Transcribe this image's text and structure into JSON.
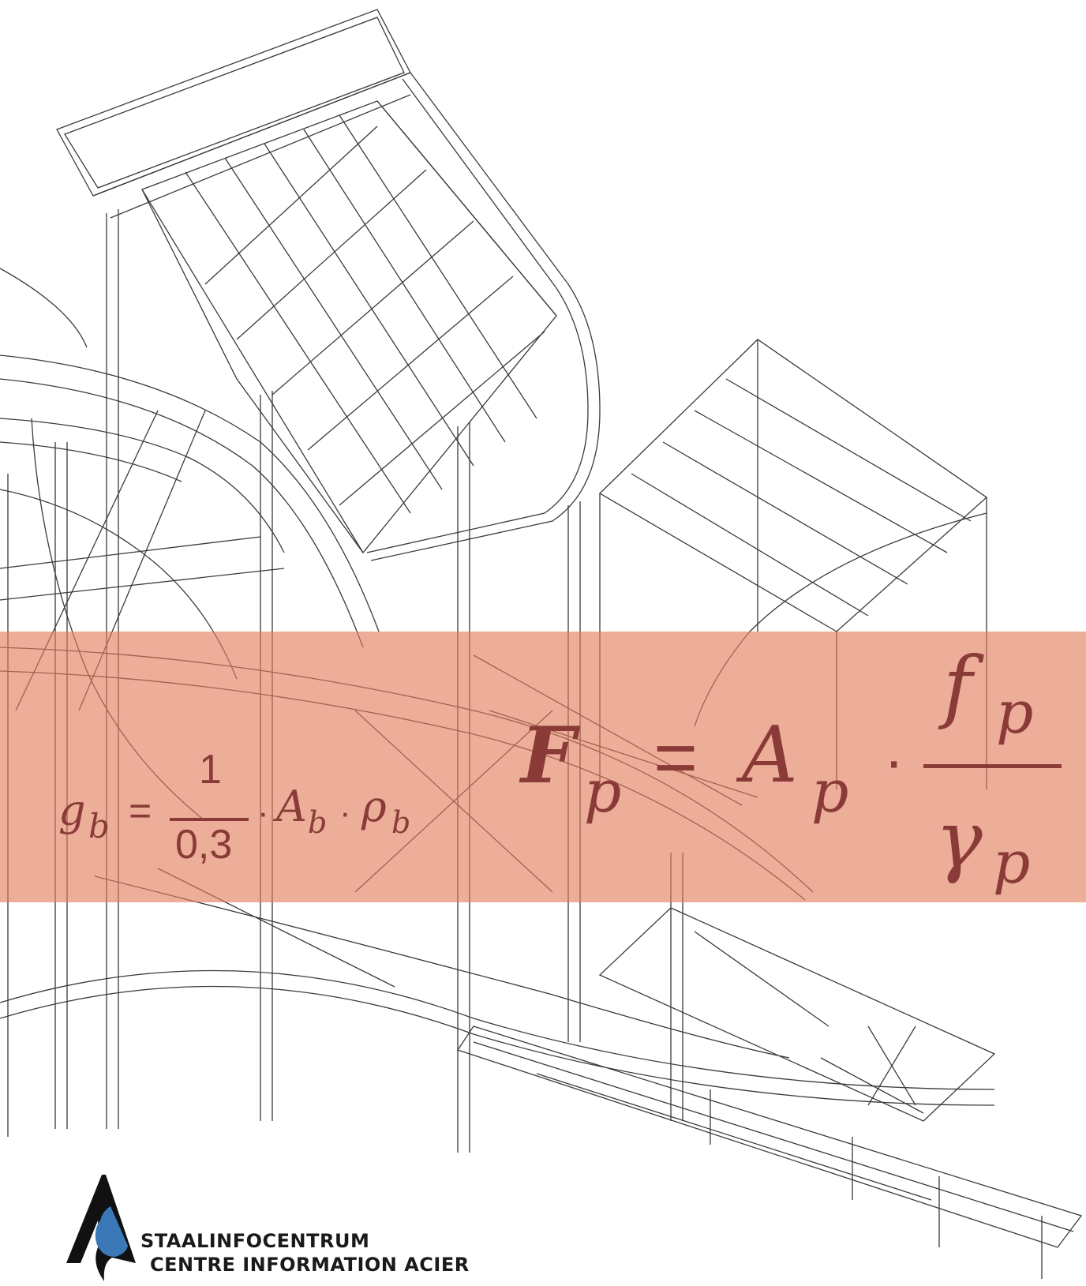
{
  "formula_small": {
    "lhs": "g",
    "lhs_sub": "b",
    "equals": "=",
    "numerator": "1",
    "denominator": "0,3",
    "dot1": "·",
    "a": "A",
    "a_sub": "b",
    "dot2": "·",
    "rho": "ρ",
    "rho_sub": "b"
  },
  "formula_large": {
    "lhs": "F",
    "lhs_sub": "p",
    "equals": "=",
    "a": "A",
    "a_sub": "p",
    "dot": "·",
    "numerator": "f",
    "numerator_sub": "p",
    "denominator": "γ",
    "denominator_sub": "p"
  },
  "logo": {
    "line1": "STAALINFOCENTRUM",
    "line2": "CENTRE  INFORMATION  ACIER",
    "accent_color": "#3b78b8"
  },
  "colors": {
    "band": "#e07a5a",
    "formula": "#8a3b38"
  }
}
